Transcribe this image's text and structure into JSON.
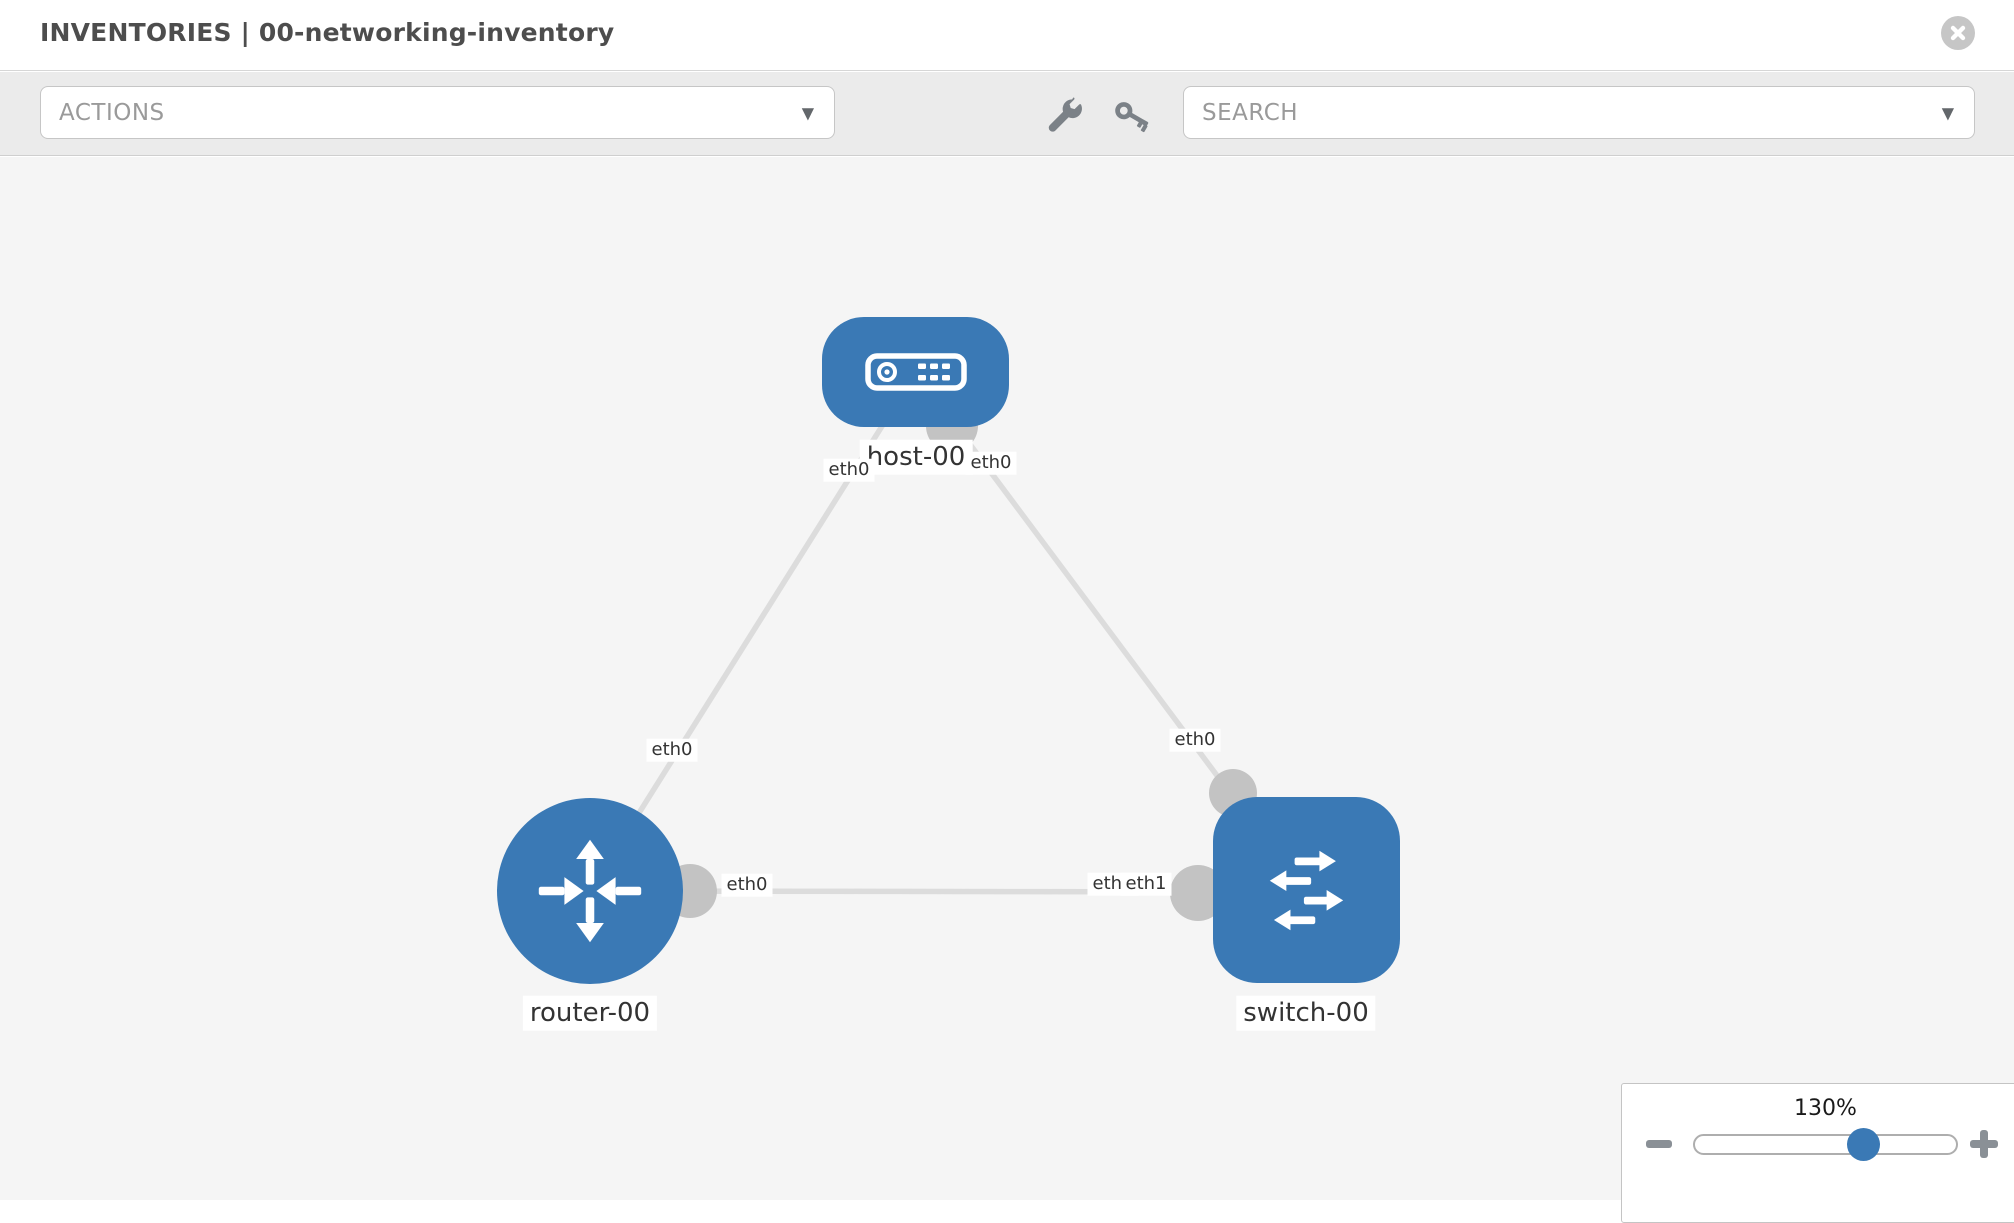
{
  "header": {
    "title": "INVENTORIES | 00-networking-inventory"
  },
  "toolbar": {
    "actions_label": "ACTIONS",
    "search_placeholder": "SEARCH"
  },
  "icons": {
    "close": "close-icon",
    "wrench": "wrench-icon",
    "key": "key-icon",
    "caret": "chevron-down-icon",
    "minus": "minus-icon",
    "plus": "plus-icon"
  },
  "colors": {
    "node_blue": "#3a79b5",
    "edge_gray": "#dcdcdc",
    "connector_gray": "#c3c3c3",
    "toolbar_bg": "#ebebeb",
    "canvas_bg": "#f5f5f5"
  },
  "topology": {
    "nodes": [
      {
        "label": "host-00",
        "type": "host"
      },
      {
        "label": "router-00",
        "type": "router"
      },
      {
        "label": "switch-00",
        "type": "switch"
      }
    ],
    "interface_labels": [
      "eth0",
      "eth0",
      "eth0",
      "eth0",
      "eth0",
      "eth0",
      "eth1"
    ],
    "links": [
      {
        "from": "host-00",
        "from_if": "eth0",
        "to": "router-00",
        "to_if": "eth0"
      },
      {
        "from": "host-00",
        "from_if": "eth0",
        "to": "switch-00",
        "to_if": "eth0"
      },
      {
        "from": "router-00",
        "from_if": "eth0",
        "to": "switch-00",
        "to_if": "eth1"
      }
    ]
  },
  "zoom_control": {
    "value": "130%"
  }
}
